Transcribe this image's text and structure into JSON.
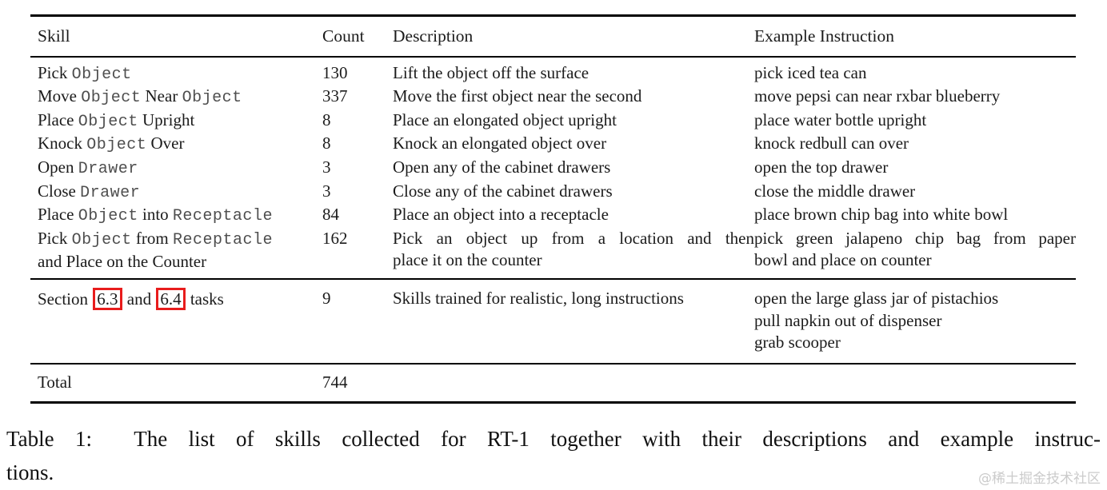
{
  "table": {
    "headers": [
      "Skill",
      "Count",
      "Description",
      "Example Instruction"
    ],
    "rows": [
      {
        "skill_parts": [
          "Pick ",
          "Object"
        ],
        "count": "130",
        "desc": [
          "Lift the object off the surface"
        ],
        "example": [
          "pick iced tea can"
        ]
      },
      {
        "skill_parts": [
          "Move ",
          "Object",
          " Near ",
          "Object"
        ],
        "count": "337",
        "desc": [
          "Move the first object near the second"
        ],
        "example": [
          "move pepsi can near rxbar blueberry"
        ]
      },
      {
        "skill_parts": [
          "Place ",
          "Object",
          " Upright"
        ],
        "count": "8",
        "desc": [
          "Place an elongated object upright"
        ],
        "example": [
          "place water bottle upright"
        ]
      },
      {
        "skill_parts": [
          "Knock ",
          "Object",
          " Over"
        ],
        "count": "8",
        "desc": [
          "Knock an elongated object over"
        ],
        "example": [
          "knock redbull can over"
        ]
      },
      {
        "skill_parts": [
          "Open ",
          "Drawer"
        ],
        "count": "3",
        "desc": [
          "Open any of the cabinet drawers"
        ],
        "example": [
          "open the top drawer"
        ]
      },
      {
        "skill_parts": [
          "Close ",
          "Drawer"
        ],
        "count": "3",
        "desc": [
          "Close any of the cabinet drawers"
        ],
        "example": [
          "close the middle drawer"
        ]
      },
      {
        "skill_parts": [
          "Place ",
          "Object",
          " into ",
          "Receptacle"
        ],
        "count": "84",
        "desc": [
          "Place an object into a receptacle"
        ],
        "example": [
          "place brown chip bag into white bowl"
        ]
      },
      {
        "skill_parts": [
          "Pick ",
          "Object",
          " from ",
          "Receptacle"
        ],
        "skill_line2": "and Place on the Counter",
        "count": "162",
        "desc": [
          "Pick an object up from a location and then",
          "place it on the counter"
        ],
        "example": [
          "pick green jalapeno chip bag from paper",
          "bowl and place on counter"
        ]
      }
    ],
    "section_row": {
      "skill_parts": {
        "prefix": "Section ",
        "link1": "6.3",
        "middle": " and ",
        "link2": "6.4",
        "suffix": " tasks"
      },
      "count": "9",
      "desc": [
        "Skills trained for realistic, long instructions"
      ],
      "example": [
        "open the large glass jar of pistachios",
        "pull napkin out of dispenser",
        "grab scooper"
      ]
    },
    "total_row": {
      "label": "Total",
      "count": "744"
    }
  },
  "caption": {
    "line1": "Table 1:  The list of skills collected for RT-1 together with their descriptions and example instruc-",
    "line2": "tions."
  },
  "watermark": "@稀土掘金技术社区"
}
